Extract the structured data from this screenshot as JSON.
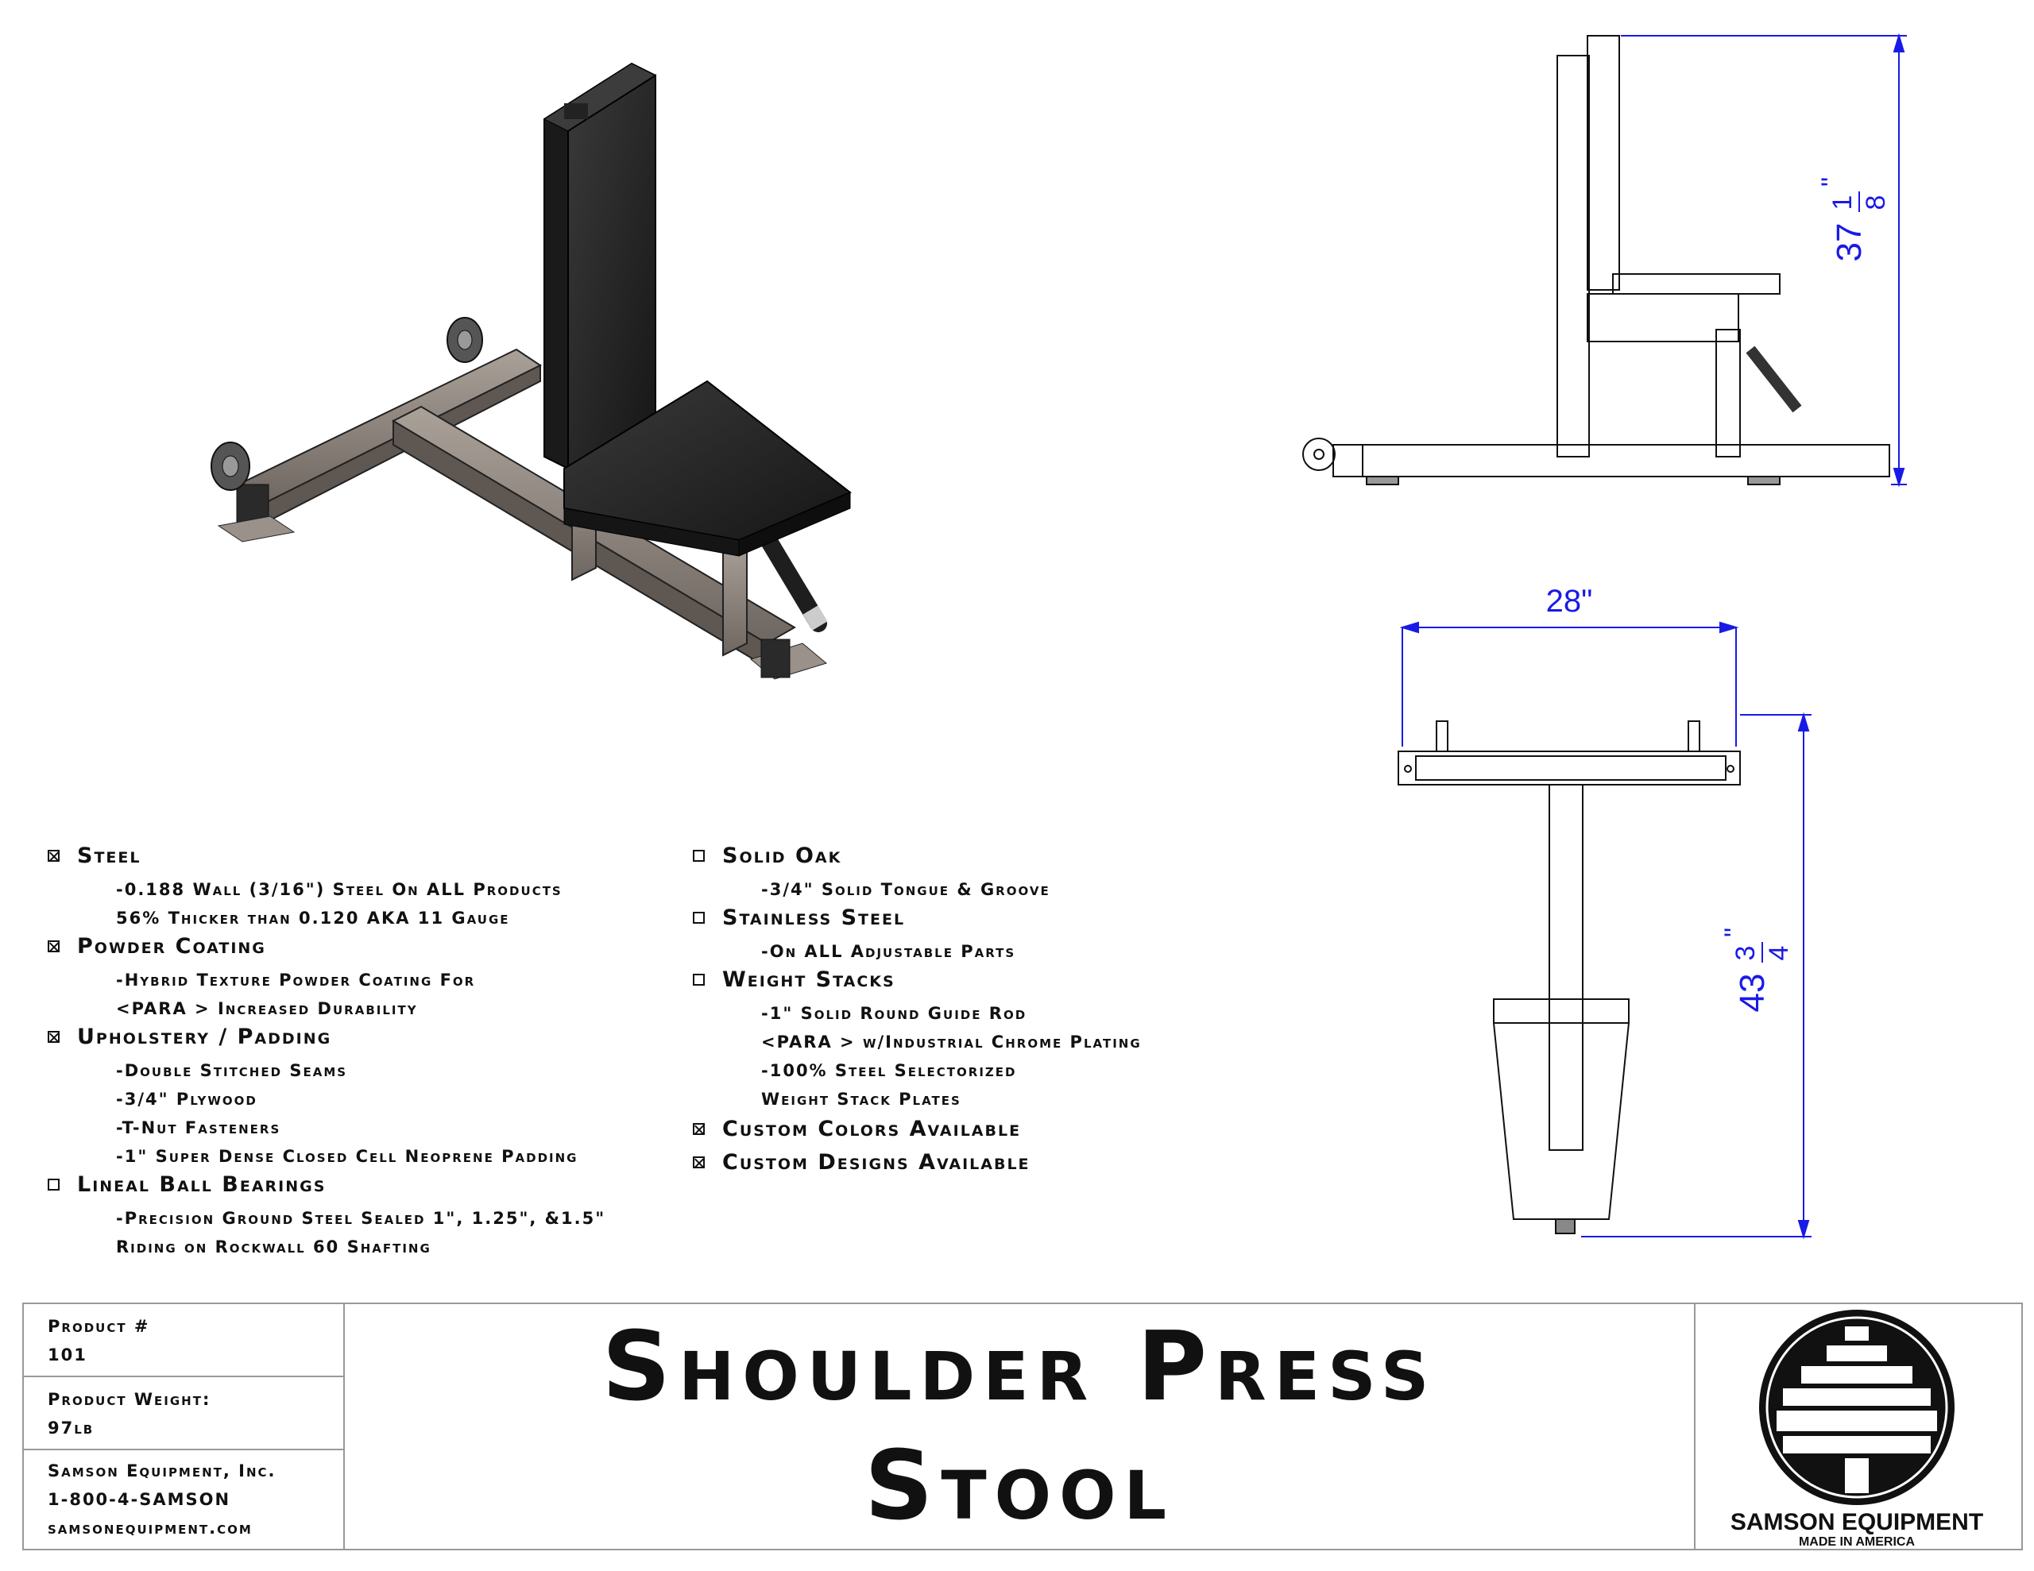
{
  "dimensions": {
    "height": {
      "whole": "37",
      "num": "1",
      "den": "8",
      "unit": "\""
    },
    "width": "28\"",
    "length": {
      "whole": "43",
      "num": "3",
      "den": "4",
      "unit": "\""
    }
  },
  "specs_left": [
    {
      "checked": true,
      "heading": "Steel",
      "lines": [
        "-0.188 Wall (3/16\") Steel On ALL Products",
        "56% Thicker than 0.120 AKA 11 Gauge"
      ]
    },
    {
      "checked": true,
      "heading": "Powder Coating",
      "lines": [
        "-Hybrid Texture Powder Coating For",
        "<PARA > Increased Durability"
      ]
    },
    {
      "checked": true,
      "heading": "Upholstery / Padding",
      "lines": [
        "-Double Stitched Seams",
        "-3/4\" Plywood",
        "-T-Nut Fasteners",
        "-1\" Super Dense Closed Cell Neoprene Padding"
      ]
    },
    {
      "checked": false,
      "heading": "Lineal Ball Bearings",
      "lines": [
        "-Precision Ground Steel Sealed 1\", 1.25\", &1.5\"",
        "Riding on Rockwall 60 Shafting"
      ]
    }
  ],
  "specs_right": [
    {
      "checked": false,
      "heading": "Solid Oak",
      "lines": [
        "-3/4\" Solid Tongue & Groove"
      ]
    },
    {
      "checked": false,
      "heading": "Stainless Steel",
      "lines": [
        "-On ALL Adjustable Parts"
      ]
    },
    {
      "checked": false,
      "heading": "Weight Stacks",
      "lines": [
        "-1\" Solid Round Guide Rod",
        "<PARA > w/Industrial Chrome Plating",
        "-100% Steel Selectorized",
        " Weight Stack Plates"
      ]
    },
    {
      "checked": true,
      "heading": "Custom Colors Available",
      "lines": []
    },
    {
      "checked": true,
      "heading": "Custom Designs Available",
      "lines": []
    }
  ],
  "title_block": {
    "product_label": "Product #",
    "product_value": "101",
    "weight_label": "Product Weight:",
    "weight_value": "97lb",
    "company": "Samson Equipment, Inc.",
    "phone": "1-800-4-SAMSON",
    "website": "samsonequipment.com",
    "title_line1": "Shoulder Press",
    "title_line2": "Stool",
    "logo_text": "SAMSON EQUIPMENT",
    "logo_subtext": "MADE IN AMERICA"
  },
  "colors": {
    "dimension": "#1a1ae6",
    "steel": "#8a8078",
    "pad": "#2a2a2a"
  }
}
